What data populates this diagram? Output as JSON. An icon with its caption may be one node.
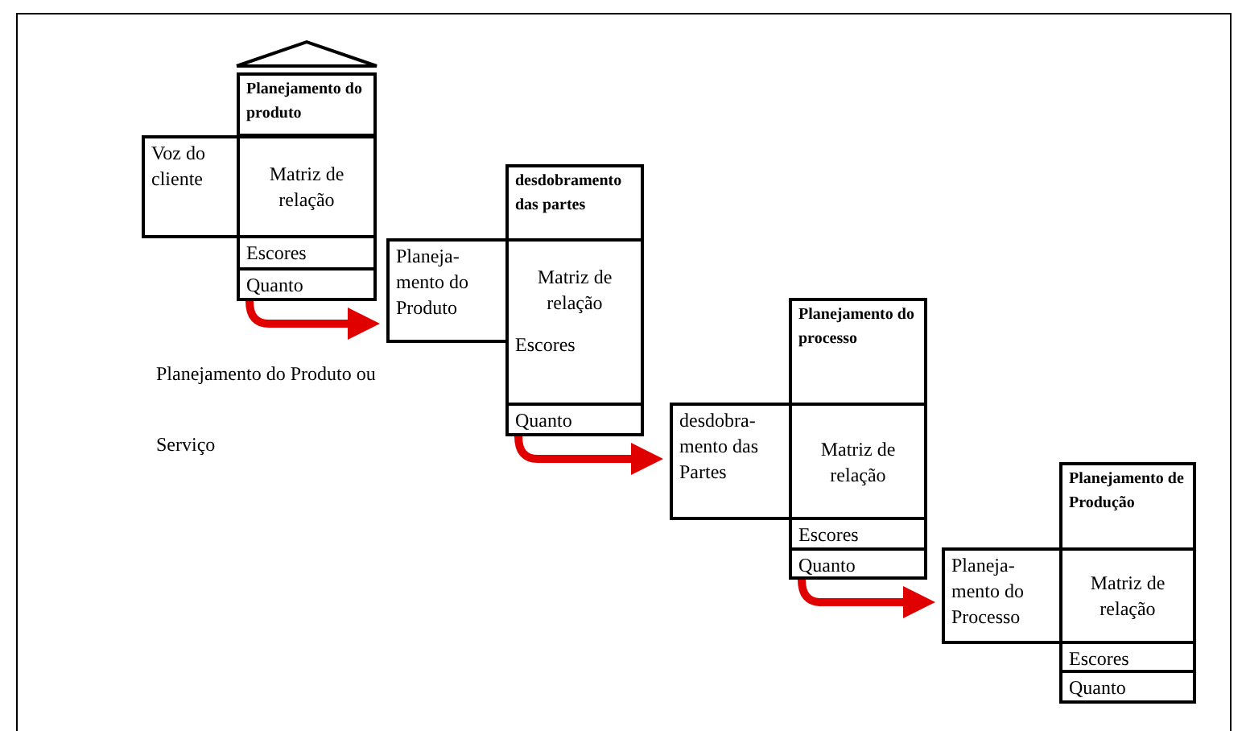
{
  "diagram": {
    "nodes": [
      {
        "text": [],
        "shape": "triangle"
      },
      {
        "text": [
          "Planejamento do produto"
        ]
      },
      {
        "text": [
          "Voz do cliente"
        ]
      },
      {
        "text": [
          "Matriz de relação"
        ]
      },
      {
        "text": [
          "Escores"
        ]
      },
      {
        "text": [
          "Quanto"
        ]
      },
      {
        "text": [
          "desdobramento das partes"
        ]
      },
      {
        "text": [
          "Planeja- mento do Produto"
        ]
      },
      {
        "text": [
          "Matriz de relação",
          "Escores"
        ]
      },
      {
        "text": [
          "Quanto"
        ]
      },
      {
        "text": [
          "Planejamento do processo"
        ]
      },
      {
        "text": [
          "desdobra- mento das Partes"
        ]
      },
      {
        "text": [
          "Matriz de relação"
        ]
      },
      {
        "text": [
          "Escores"
        ]
      },
      {
        "text": [
          "Quanto"
        ]
      },
      {
        "text": [
          "Planejamento de Produção"
        ]
      },
      {
        "text": [
          "Planeja- mento do Processo"
        ]
      },
      {
        "text": [
          "Matriz de relação"
        ]
      },
      {
        "text": [
          "Escores"
        ]
      },
      {
        "text": [
          "Quanto"
        ]
      }
    ],
    "edges": [
      {
        "from": 5,
        "to": 7,
        "arrow": "to",
        "color": "#e00000"
      },
      {
        "from": 9,
        "to": 11,
        "arrow": "to",
        "color": "#e00000"
      },
      {
        "from": 14,
        "to": 16,
        "arrow": "to",
        "color": "#e00000"
      }
    ],
    "labels": [
      "Planejamento do Produto ou Serviço"
    ]
  }
}
